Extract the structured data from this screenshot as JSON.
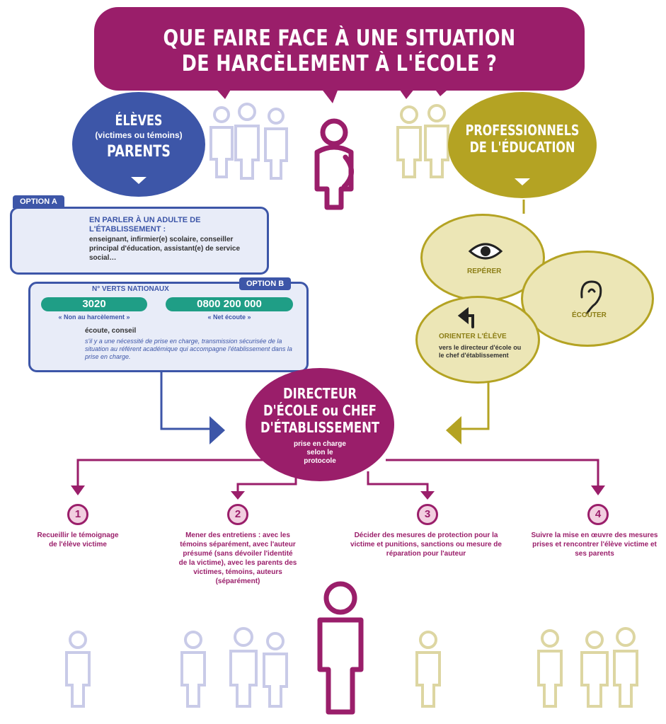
{
  "title": {
    "line1": "QUE FAIRE FACE À UNE SITUATION",
    "line2": "DE HARCÈLEMENT À L'ÉCOLE ?"
  },
  "eleves": {
    "title": "ÉLÈVES",
    "subtitle": "(victimes ou témoins)",
    "title2": "PARENTS"
  },
  "professionnels": {
    "line1": "PROFESSIONNELS",
    "line2": "DE L'ÉDUCATION"
  },
  "option_a": {
    "tab": "OPTION A",
    "title": "EN PARLER À UN ADULTE DE L'ÉTABLISSEMENT :",
    "text": "enseignant, infirmier(e) scolaire, conseiller principal d'éducation, assistant(e) de service social…"
  },
  "option_b": {
    "tab": "OPTION B",
    "heading": "N° VERTS NATIONAUX",
    "numbers": [
      {
        "number": "3020",
        "caption": "« Non au harcèlement »"
      },
      {
        "number": "0800 200 000",
        "caption": "« Net écoute »"
      }
    ],
    "listen": "écoute, conseil",
    "text": "s'il y a une nécessité de prise en charge, transmission sécurisée de la situation au référent académique qui accompagne l'établissement dans la prise en charge."
  },
  "pro_actions": {
    "reperer": "REPÉRER",
    "ecouter": "ÉCOUTER",
    "orienter": "ORIENTER L'ÉLÈVE",
    "orienter_text": "vers le directeur d'école ou le chef d'établissement"
  },
  "director": {
    "line1": "DIRECTEUR",
    "line2": "D'ÉCOLE ou CHEF",
    "line3": "D'ÉTABLISSEMENT",
    "subtitle": "prise en charge selon le protocole"
  },
  "steps": [
    {
      "num": "1",
      "text": "Recueillir le témoignage de l'élève victime"
    },
    {
      "num": "2",
      "text": "Mener des entretiens : avec les témoins séparément, avec l'auteur présumé (sans dévoiler l'identité de la victime), avec les parents des victimes, témoins, auteurs (séparément)"
    },
    {
      "num": "3",
      "text": "Décider des mesures de protection pour la victime et punitions, sanctions ou mesure de réparation pour l'auteur"
    },
    {
      "num": "4",
      "text": "Suivre la mise en œuvre des mesures prises et rencontrer l'élève victime et ses parents"
    }
  ],
  "colors": {
    "purple": "#9a1e6a",
    "blue": "#3d56a8",
    "olive": "#b4a323",
    "teal": "#1f9e86"
  }
}
